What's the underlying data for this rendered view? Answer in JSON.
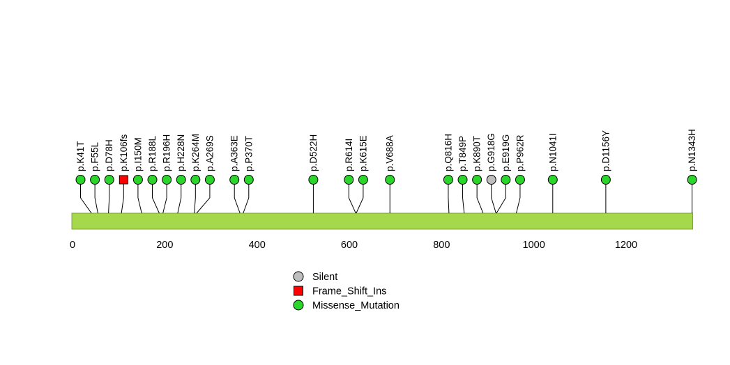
{
  "chart_data": {
    "type": "lollipop",
    "title": "",
    "description": "Protein lollipop mutation plot",
    "protein": {
      "start": 0,
      "end": 1343
    },
    "axis": {
      "ticks": [
        0,
        200,
        400,
        600,
        800,
        1000,
        1200
      ],
      "xlim": [
        0,
        1343
      ]
    },
    "mutations": [
      {
        "label": "p.K41T",
        "position": 41,
        "type": "Missense_Mutation"
      },
      {
        "label": "p.F55L",
        "position": 55,
        "type": "Missense_Mutation"
      },
      {
        "label": "p.D78H",
        "position": 78,
        "type": "Missense_Mutation"
      },
      {
        "label": "p.K106fs",
        "position": 106,
        "type": "Frame_Shift_Ins"
      },
      {
        "label": "p.I150M",
        "position": 150,
        "type": "Missense_Mutation"
      },
      {
        "label": "p.R188L",
        "position": 188,
        "type": "Missense_Mutation"
      },
      {
        "label": "p.R196H",
        "position": 196,
        "type": "Missense_Mutation"
      },
      {
        "label": "p.H228N",
        "position": 228,
        "type": "Missense_Mutation"
      },
      {
        "label": "p.K264M",
        "position": 264,
        "type": "Missense_Mutation"
      },
      {
        "label": "p.A269S",
        "position": 269,
        "type": "Missense_Mutation"
      },
      {
        "label": "p.A363E",
        "position": 363,
        "type": "Missense_Mutation"
      },
      {
        "label": "p.P370T",
        "position": 370,
        "type": "Missense_Mutation"
      },
      {
        "label": "p.D522H",
        "position": 522,
        "type": "Missense_Mutation"
      },
      {
        "label": "p.R614I",
        "position": 614,
        "type": "Missense_Mutation"
      },
      {
        "label": "p.K615E",
        "position": 615,
        "type": "Missense_Mutation"
      },
      {
        "label": "p.V688A",
        "position": 688,
        "type": "Missense_Mutation"
      },
      {
        "label": "p.Q816H",
        "position": 816,
        "type": "Missense_Mutation"
      },
      {
        "label": "p.T849P",
        "position": 849,
        "type": "Missense_Mutation"
      },
      {
        "label": "p.K890T",
        "position": 890,
        "type": "Missense_Mutation"
      },
      {
        "label": "p.G918G",
        "position": 918,
        "type": "Silent"
      },
      {
        "label": "p.E919G",
        "position": 919,
        "type": "Missense_Mutation"
      },
      {
        "label": "p.P962R",
        "position": 962,
        "type": "Missense_Mutation"
      },
      {
        "label": "p.N1041I",
        "position": 1041,
        "type": "Missense_Mutation"
      },
      {
        "label": "p.D1156Y",
        "position": 1156,
        "type": "Missense_Mutation"
      },
      {
        "label": "p.N1343H",
        "position": 1343,
        "type": "Missense_Mutation"
      }
    ],
    "legend": [
      {
        "label": "Silent",
        "shape": "circle",
        "color": "#BEBEBE"
      },
      {
        "label": "Frame_Shift_Ins",
        "shape": "square",
        "color": "#FF0000"
      },
      {
        "label": "Missense_Mutation",
        "shape": "circle",
        "color": "#2BD62B"
      }
    ],
    "colors": {
      "Silent": "#BEBEBE",
      "Frame_Shift_Ins": "#FF0000",
      "Missense_Mutation": "#2BD62B",
      "protein_bar": "#A6D84C",
      "protein_bar_border": "#6d9330",
      "stem": "#000000",
      "marker_border": "#000000"
    }
  }
}
